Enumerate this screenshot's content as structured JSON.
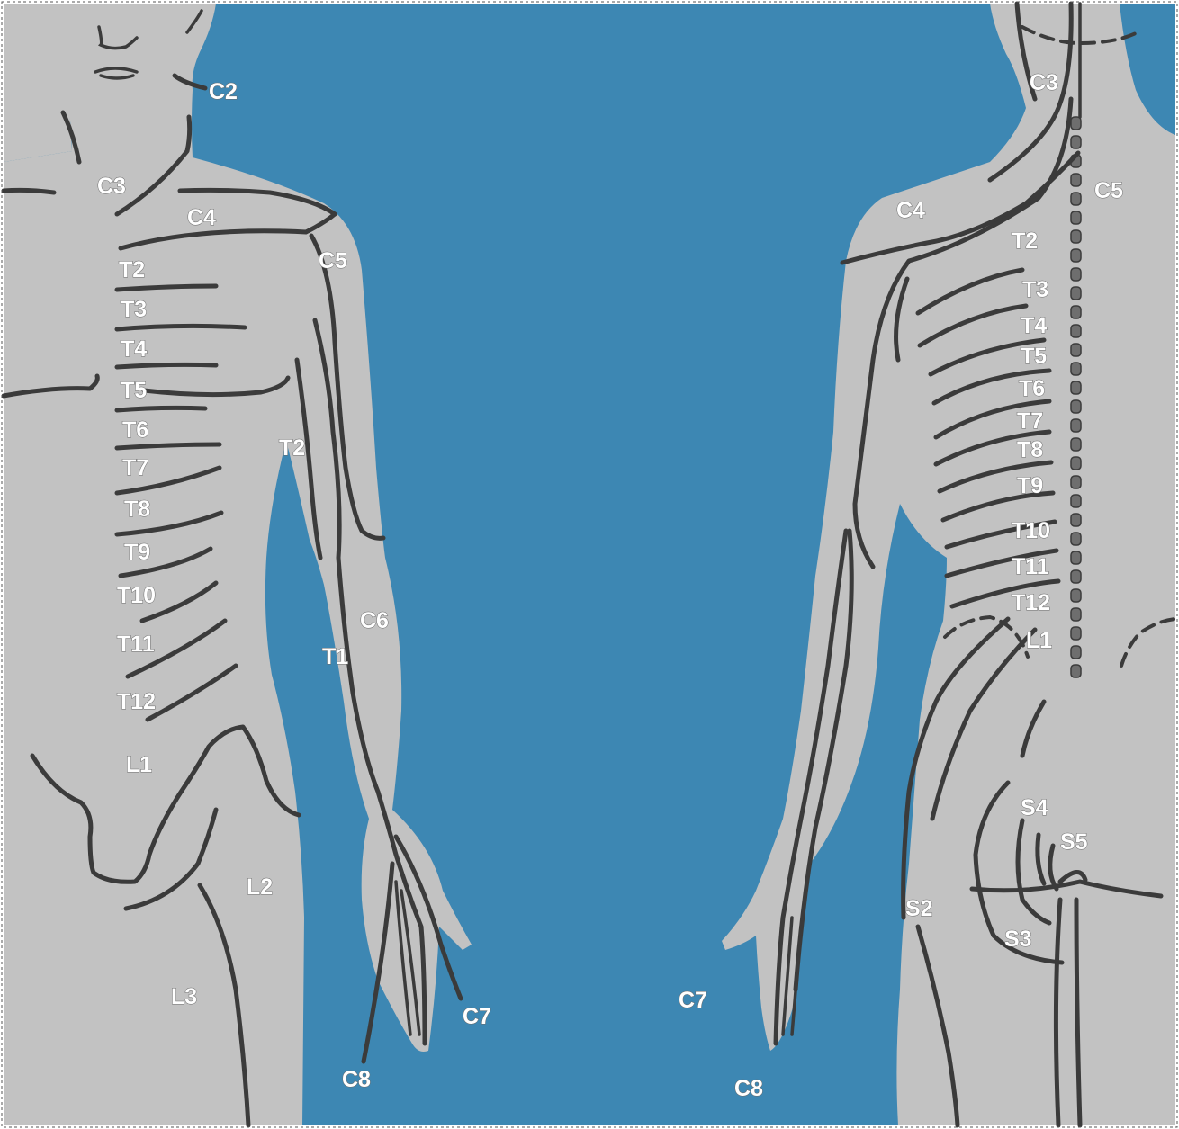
{
  "colors": {
    "background": "#3d87b3",
    "skin": "#c2c2c2",
    "line": "#3b3b3b",
    "label": "#ffffff"
  },
  "front_labels": {
    "c2": "C2",
    "c3": "C3",
    "c4": "C4",
    "c5": "C5",
    "t2": "T2",
    "t3": "T3",
    "t4": "T4",
    "t5": "T5",
    "t6": "T6",
    "t7": "T7",
    "t8": "T8",
    "t9": "T9",
    "t10": "T10",
    "t11": "T11",
    "t12": "T12",
    "l1": "L1",
    "l2": "L2",
    "l3": "L3",
    "arm_t2": "T2",
    "c6": "C6",
    "t1": "T1",
    "c7": "C7",
    "c8": "C8"
  },
  "back_labels": {
    "c3": "C3",
    "c4": "C4",
    "c5": "C5",
    "t2": "T2",
    "t3": "T3",
    "t4": "T4",
    "t5": "T5",
    "t6": "T6",
    "t7": "T7",
    "t8": "T8",
    "t9": "T9",
    "t10": "T10",
    "t11": "T11",
    "t12": "T12",
    "l1": "L1",
    "s2": "S2",
    "s3": "S3",
    "s4": "S4",
    "s5": "S5",
    "c7": "C7",
    "c8": "C8"
  }
}
